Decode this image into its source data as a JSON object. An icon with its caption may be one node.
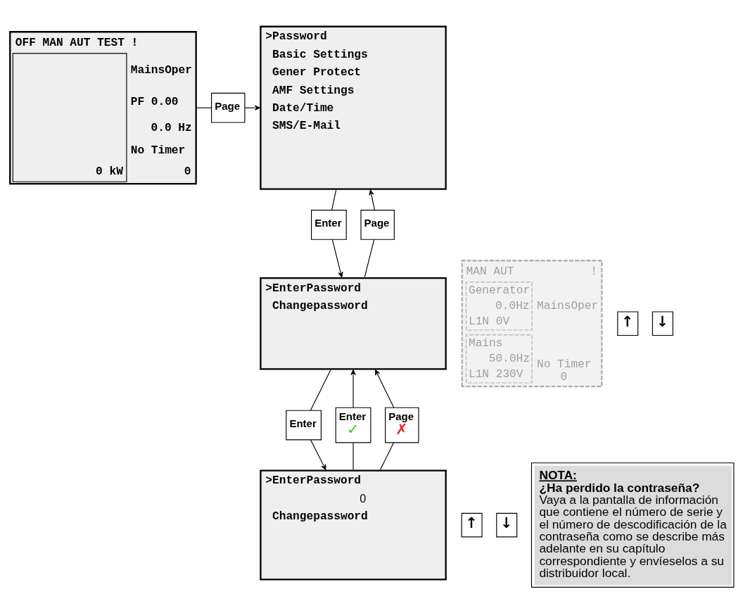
{
  "diagram": {
    "nodes": [
      {
        "text": [
          "OFF MAN AUT TEST !",
          "0 kW",
          "MainsOper",
          "PF 0.00",
          "0.0 Hz",
          "No Timer",
          "0"
        ]
      },
      {
        "text": [
          "MAN AUT",
          "!",
          "Generator",
          "0.0Hz",
          "L1N 0V",
          "Mains",
          "50.0Hz",
          "L1N 230V",
          "MainsOper",
          "No Timer",
          "0"
        ]
      },
      {
        "text": [
          "Page"
        ]
      },
      {
        "text": [
          ">Password",
          "Basic Settings",
          "Gener Protect",
          "AMF Settings",
          "Date/Time",
          "SMS/E-Mail"
        ]
      },
      {
        "text": [
          "Enter"
        ]
      },
      {
        "text": [
          "Page"
        ]
      },
      {
        "text": [
          ">EnterPassword",
          "Changepassword"
        ]
      },
      {
        "text": [
          "↑"
        ]
      },
      {
        "text": [
          "↓"
        ]
      },
      {
        "text": [
          "Enter"
        ]
      },
      {
        "text": [
          "Enter",
          "✓"
        ]
      },
      {
        "text": [
          "Page",
          "✗"
        ]
      },
      {
        "text": [
          ">EnterPassword",
          "0",
          "Changepassword"
        ]
      },
      {
        "text": [
          "↑"
        ]
      },
      {
        "text": [
          "↓"
        ]
      },
      {
        "text": [
          "NOTA:",
          "¿Ha perdido la contraseña?",
          "Vaya a la pantalla de información que contiene el número de serie y el número de descodificación de la contraseña como se describe más adelante en su capítulo correspondiente y envíeselos a su distribuidor local."
        ]
      }
    ],
    "edges": [
      {
        "from": 0,
        "to": 2,
        "arrow": "none"
      },
      {
        "from": 2,
        "to": 3,
        "arrow": "to"
      },
      {
        "from": 3,
        "to": 4,
        "arrow": "none"
      },
      {
        "from": 4,
        "to": 6,
        "arrow": "to"
      },
      {
        "from": 6,
        "to": 5,
        "arrow": "none"
      },
      {
        "from": 5,
        "to": 3,
        "arrow": "to"
      },
      {
        "from": 6,
        "to": 9,
        "arrow": "none"
      },
      {
        "from": 9,
        "to": 12,
        "arrow": "to"
      },
      {
        "from": 12,
        "to": 10,
        "arrow": "none"
      },
      {
        "from": 10,
        "to": 6,
        "arrow": "to"
      },
      {
        "from": 12,
        "to": 11,
        "arrow": "none"
      },
      {
        "from": 11,
        "to": 6,
        "arrow": "to"
      }
    ]
  }
}
